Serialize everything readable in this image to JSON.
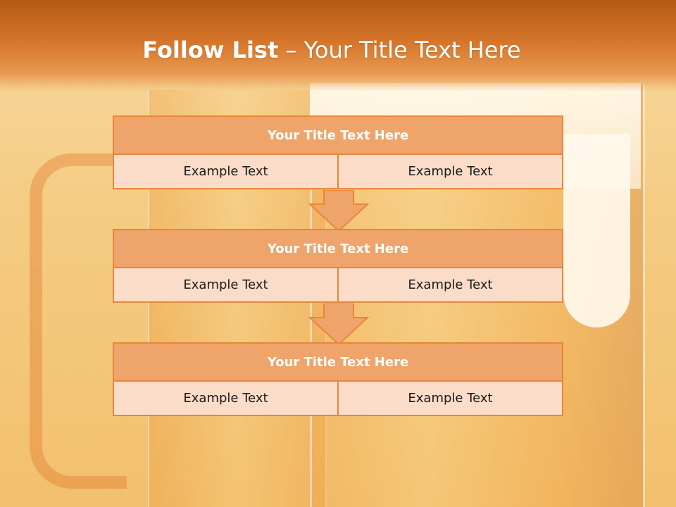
{
  "slide": {
    "title_bold": "Follow List",
    "title_rest": " – Your Title Text Here",
    "accent_color": "#e8863a",
    "header_fill": "#eea46b",
    "row_fill": "#fbdcc8"
  },
  "blocks": [
    {
      "title": "Your Title Text Here",
      "left": "Example Text",
      "right": "Example Text"
    },
    {
      "title": "Your Title Text Here",
      "left": "Example Text",
      "right": "Example Text"
    },
    {
      "title": "Your Title Text Here",
      "left": "Example Text",
      "right": "Example Text"
    }
  ],
  "icons": [
    "down-arrow-icon",
    "down-arrow-icon"
  ]
}
